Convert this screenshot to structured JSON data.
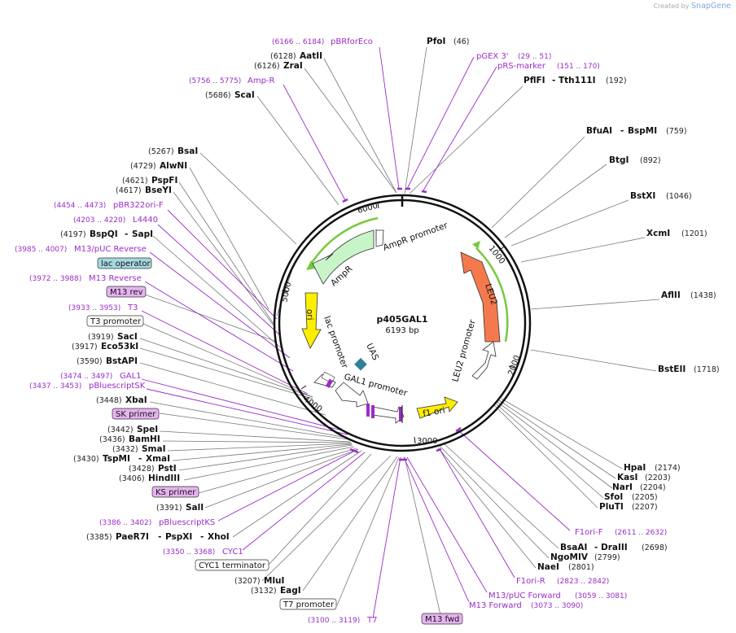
{
  "credit": {
    "prefix": "Created by",
    "brand": "SnapGene"
  },
  "map": {
    "name": "p405GAL1",
    "size": "6193 bp"
  },
  "ticks": [
    "6000",
    "1000",
    "2000",
    "3000",
    "4000",
    "5000"
  ],
  "features": {
    "ampr_promoter": "AmpR promoter",
    "ampr": "AmpR",
    "ori": "ori",
    "leu2": "LEU2",
    "leu2_promoter": "LEU2 promoter",
    "f1_ori": "f1 ori",
    "lac_promoter": "lac promoter",
    "uas": "UAS",
    "gal1_promoter": "GAL1 promoter"
  },
  "right_sites": [
    {
      "name": "PfoI",
      "pos": "(46)"
    },
    {
      "name": "PflFI",
      "name2": "Tth111I",
      "pos": "(192)"
    },
    {
      "name": "BfuAI",
      "name2": "BspMI",
      "pos": "(759)"
    },
    {
      "name": "BtgI",
      "pos": "(892)"
    },
    {
      "name": "BstXI",
      "pos": "(1046)"
    },
    {
      "name": "XcmI",
      "pos": "(1201)"
    },
    {
      "name": "AflII",
      "pos": "(1438)"
    },
    {
      "name": "BstEII",
      "pos": "(1718)"
    },
    {
      "name": "HpaI",
      "pos": "(2174)"
    },
    {
      "name": "KasI",
      "pos": "(2203)"
    },
    {
      "name": "NarI",
      "pos": "(2204)"
    },
    {
      "name": "SfoI",
      "pos": "(2205)"
    },
    {
      "name": "PluTI",
      "pos": "(2207)"
    },
    {
      "name": "BsaAI",
      "name2": "DraIII",
      "pos": "(2698)"
    },
    {
      "name": "NgoMIV",
      "pos": "(2799)"
    },
    {
      "name": "NaeI",
      "pos": "(2801)"
    }
  ],
  "right_primers": [
    {
      "name": "pGEX 3'",
      "pos": "(29 .. 51)"
    },
    {
      "name": "pRS-marker",
      "pos": "(151 .. 170)"
    },
    {
      "name": "F1ori-F",
      "pos": "(2611 .. 2632)"
    },
    {
      "name": "F1ori-R",
      "pos": "(2823 .. 2842)"
    },
    {
      "name": "M13/pUC Forward",
      "pos": "(3059 .. 3081)"
    },
    {
      "name": "M13 Forward",
      "pos": "(3073 .. 3090)"
    }
  ],
  "left_sites": [
    {
      "name": "AatII",
      "pos": "(6128)"
    },
    {
      "name": "ZraI",
      "pos": "(6126)"
    },
    {
      "name": "ScaI",
      "pos": "(5686)"
    },
    {
      "name": "BsaI",
      "pos": "(5267)"
    },
    {
      "name": "AlwNI",
      "pos": "(4729)"
    },
    {
      "name": "PspFI",
      "pos": "(4621)"
    },
    {
      "name": "BseYI",
      "pos": "(4617)"
    },
    {
      "name": "BspQI",
      "name2": "SapI",
      "pos": "(4197)"
    },
    {
      "name": "SacI",
      "pos": "(3919)"
    },
    {
      "name": "Eco53kI",
      "pos": "(3917)"
    },
    {
      "name": "BstAPI",
      "pos": "(3590)"
    },
    {
      "name": "XbaI",
      "pos": "(3448)"
    },
    {
      "name": "SpeI",
      "pos": "(3442)"
    },
    {
      "name": "BamHI",
      "pos": "(3436)"
    },
    {
      "name": "SmaI",
      "pos": "(3432)"
    },
    {
      "name": "TspMI",
      "name2": "XmaI",
      "pos": "(3430)"
    },
    {
      "name": "PstI",
      "pos": "(3428)"
    },
    {
      "name": "HindIII",
      "pos": "(3406)"
    },
    {
      "name": "SalI",
      "pos": "(3391)"
    },
    {
      "name": "PaeR7I",
      "name2": "PspXI",
      "name3": "XhoI",
      "pos": "(3385)"
    },
    {
      "name": "MluI",
      "pos": "(3207)"
    },
    {
      "name": "EagI",
      "pos": "(3132)"
    }
  ],
  "left_primers": [
    {
      "name": "pBRforEco",
      "pos": "(6166 .. 6184)"
    },
    {
      "name": "Amp-R",
      "pos": "(5756 .. 5775)"
    },
    {
      "name": "pBR322ori-F",
      "pos": "(4454 .. 4473)"
    },
    {
      "name": "L4440",
      "pos": "(4203 .. 4220)"
    },
    {
      "name": "M13/pUC Reverse",
      "pos": "(3985 .. 4007)"
    },
    {
      "name": "M13 Reverse",
      "pos": "(3972 .. 3988)"
    },
    {
      "name": "T3",
      "pos": "(3933 .. 3953)"
    },
    {
      "name": "GAL1",
      "pos": "(3474 .. 3497)"
    },
    {
      "name": "pBluescriptSK",
      "pos": "(3437 .. 3453)"
    },
    {
      "name": "pBluescriptKS",
      "pos": "(3386 .. 3402)"
    },
    {
      "name": "CYC1",
      "pos": "(3350 .. 3368)"
    },
    {
      "name": "T7",
      "pos": "(3100 .. 3119)"
    }
  ],
  "boxed_features": {
    "lac_operator": "lac operator",
    "m13_rev": "M13 rev",
    "t3_promoter": "T3 promoter",
    "sk_primer": "SK primer",
    "ks_primer": "KS primer",
    "cyc1_terminator": "CYC1 terminator",
    "t7_promoter": "T7 promoter",
    "m13_fwd": "M13 fwd"
  },
  "colors": {
    "primer": "#9a2cc6",
    "ampr": "#c8f5c8",
    "ori": "#ffee00",
    "leu2": "#f47a4d",
    "f1_ori": "#ffee00",
    "uas": "#2f7f9a",
    "lac_operator_box": "#a6d8e2",
    "primer_box": "#e6b3f0",
    "orf_arc": "#78c83c"
  }
}
